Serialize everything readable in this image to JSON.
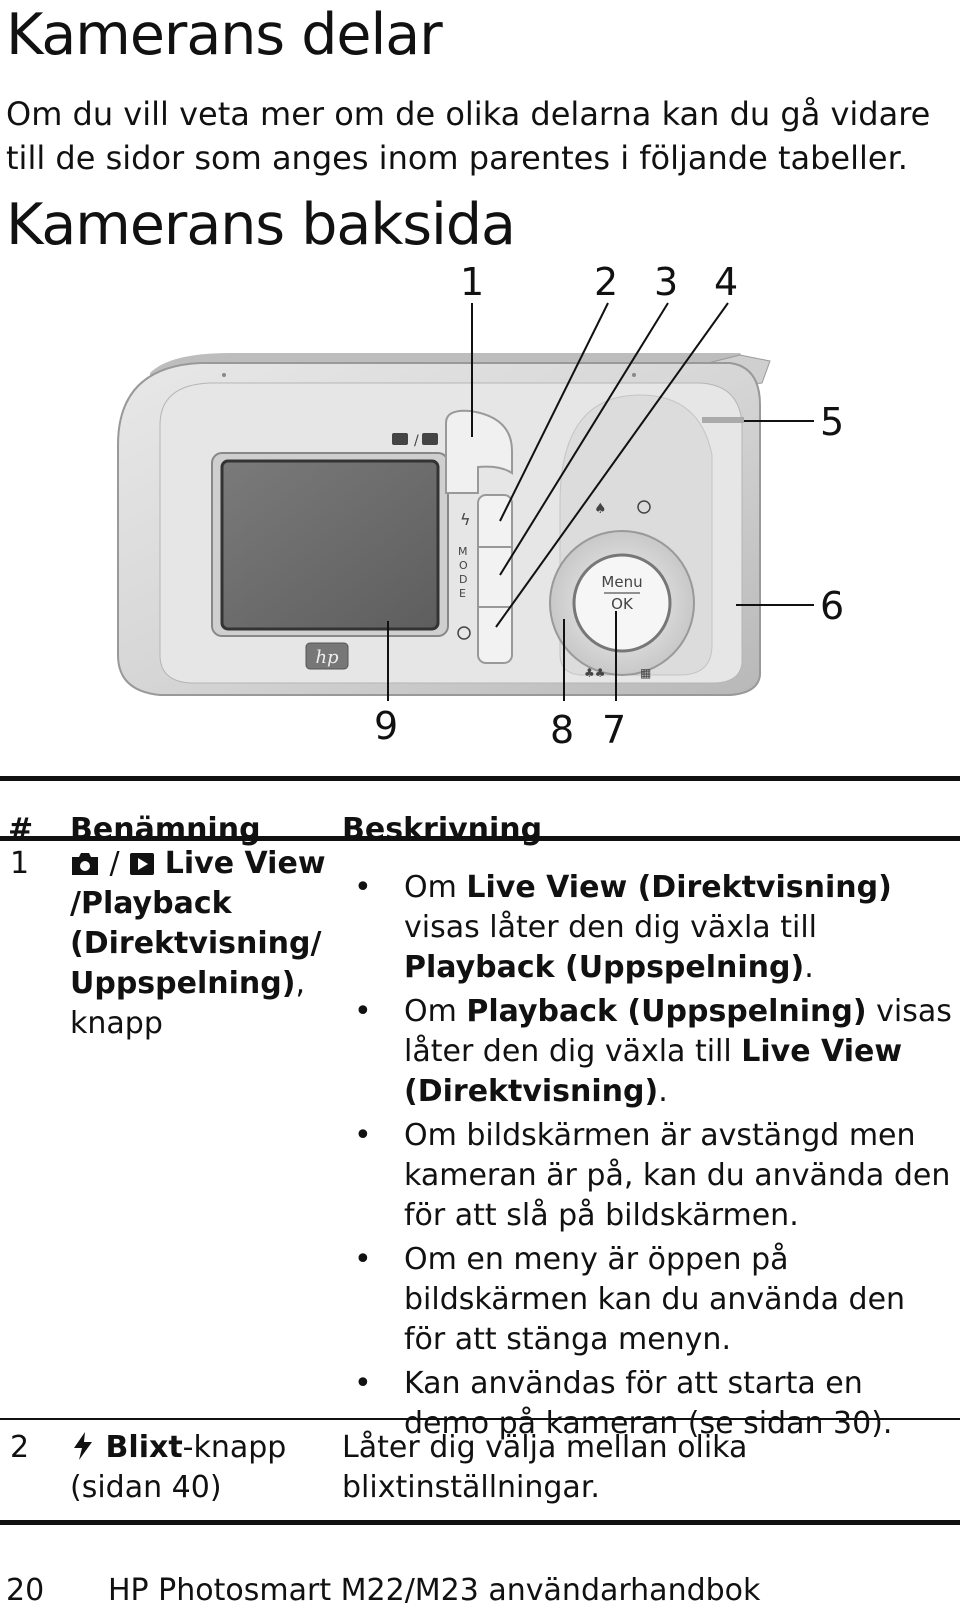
{
  "page": {
    "title": "Kamerans delar",
    "intro": "Om du vill veta mer om de olika delarna kan du gå vidare till de sidor som anges inom parentes i följande tabeller.",
    "section_title": "Kamerans baksida"
  },
  "figure": {
    "callouts": [
      "1",
      "2",
      "3",
      "4",
      "5",
      "6",
      "7",
      "8",
      "9"
    ],
    "menu_button_line1": "Menu",
    "menu_button_line2": "OK",
    "mode_label": "MODE",
    "logo_text": "hp"
  },
  "table": {
    "headers": {
      "num": "#",
      "name": "Benämning",
      "desc": "Beskrivning"
    },
    "row1": {
      "num": "1",
      "name_sep": "/",
      "name_bold1": "Live View",
      "name_bold2": "/Playback",
      "name_bold3": "(Direktvisning/",
      "name_bold4": "Uppspelning)",
      "name_rest": ",",
      "name_line5": "knapp",
      "bullets": [
        {
          "a": "Om ",
          "b": "Live View (Direktvisning)",
          "c": " visas låter den dig växla till ",
          "d": "Playback (Uppspelning)",
          "e": "."
        },
        {
          "a": "Om ",
          "b": "Playback (Uppspelning)",
          "c": " visas låter den dig växla till ",
          "d": "Live View (Direktvisning)",
          "e": "."
        },
        {
          "text": "Om bildskärmen är avstängd men kameran är på, kan du använda den för att slå på bildskärmen."
        },
        {
          "text": "Om en meny är öppen på bildskärmen kan du använda den för att stänga menyn."
        },
        {
          "text": "Kan användas för att starta en demo på kameran (se sidan 30)."
        }
      ]
    },
    "row2": {
      "num": "2",
      "name_bold": "Blixt",
      "name_rest": "-knapp",
      "name_line2": "(sidan 40)",
      "desc_line1": "Låter dig välja mellan olika",
      "desc_line2": "blixtinställningar."
    }
  },
  "footer": {
    "page_number": "20",
    "manual_title": "HP Photosmart M22/M23 användarhandbok"
  }
}
